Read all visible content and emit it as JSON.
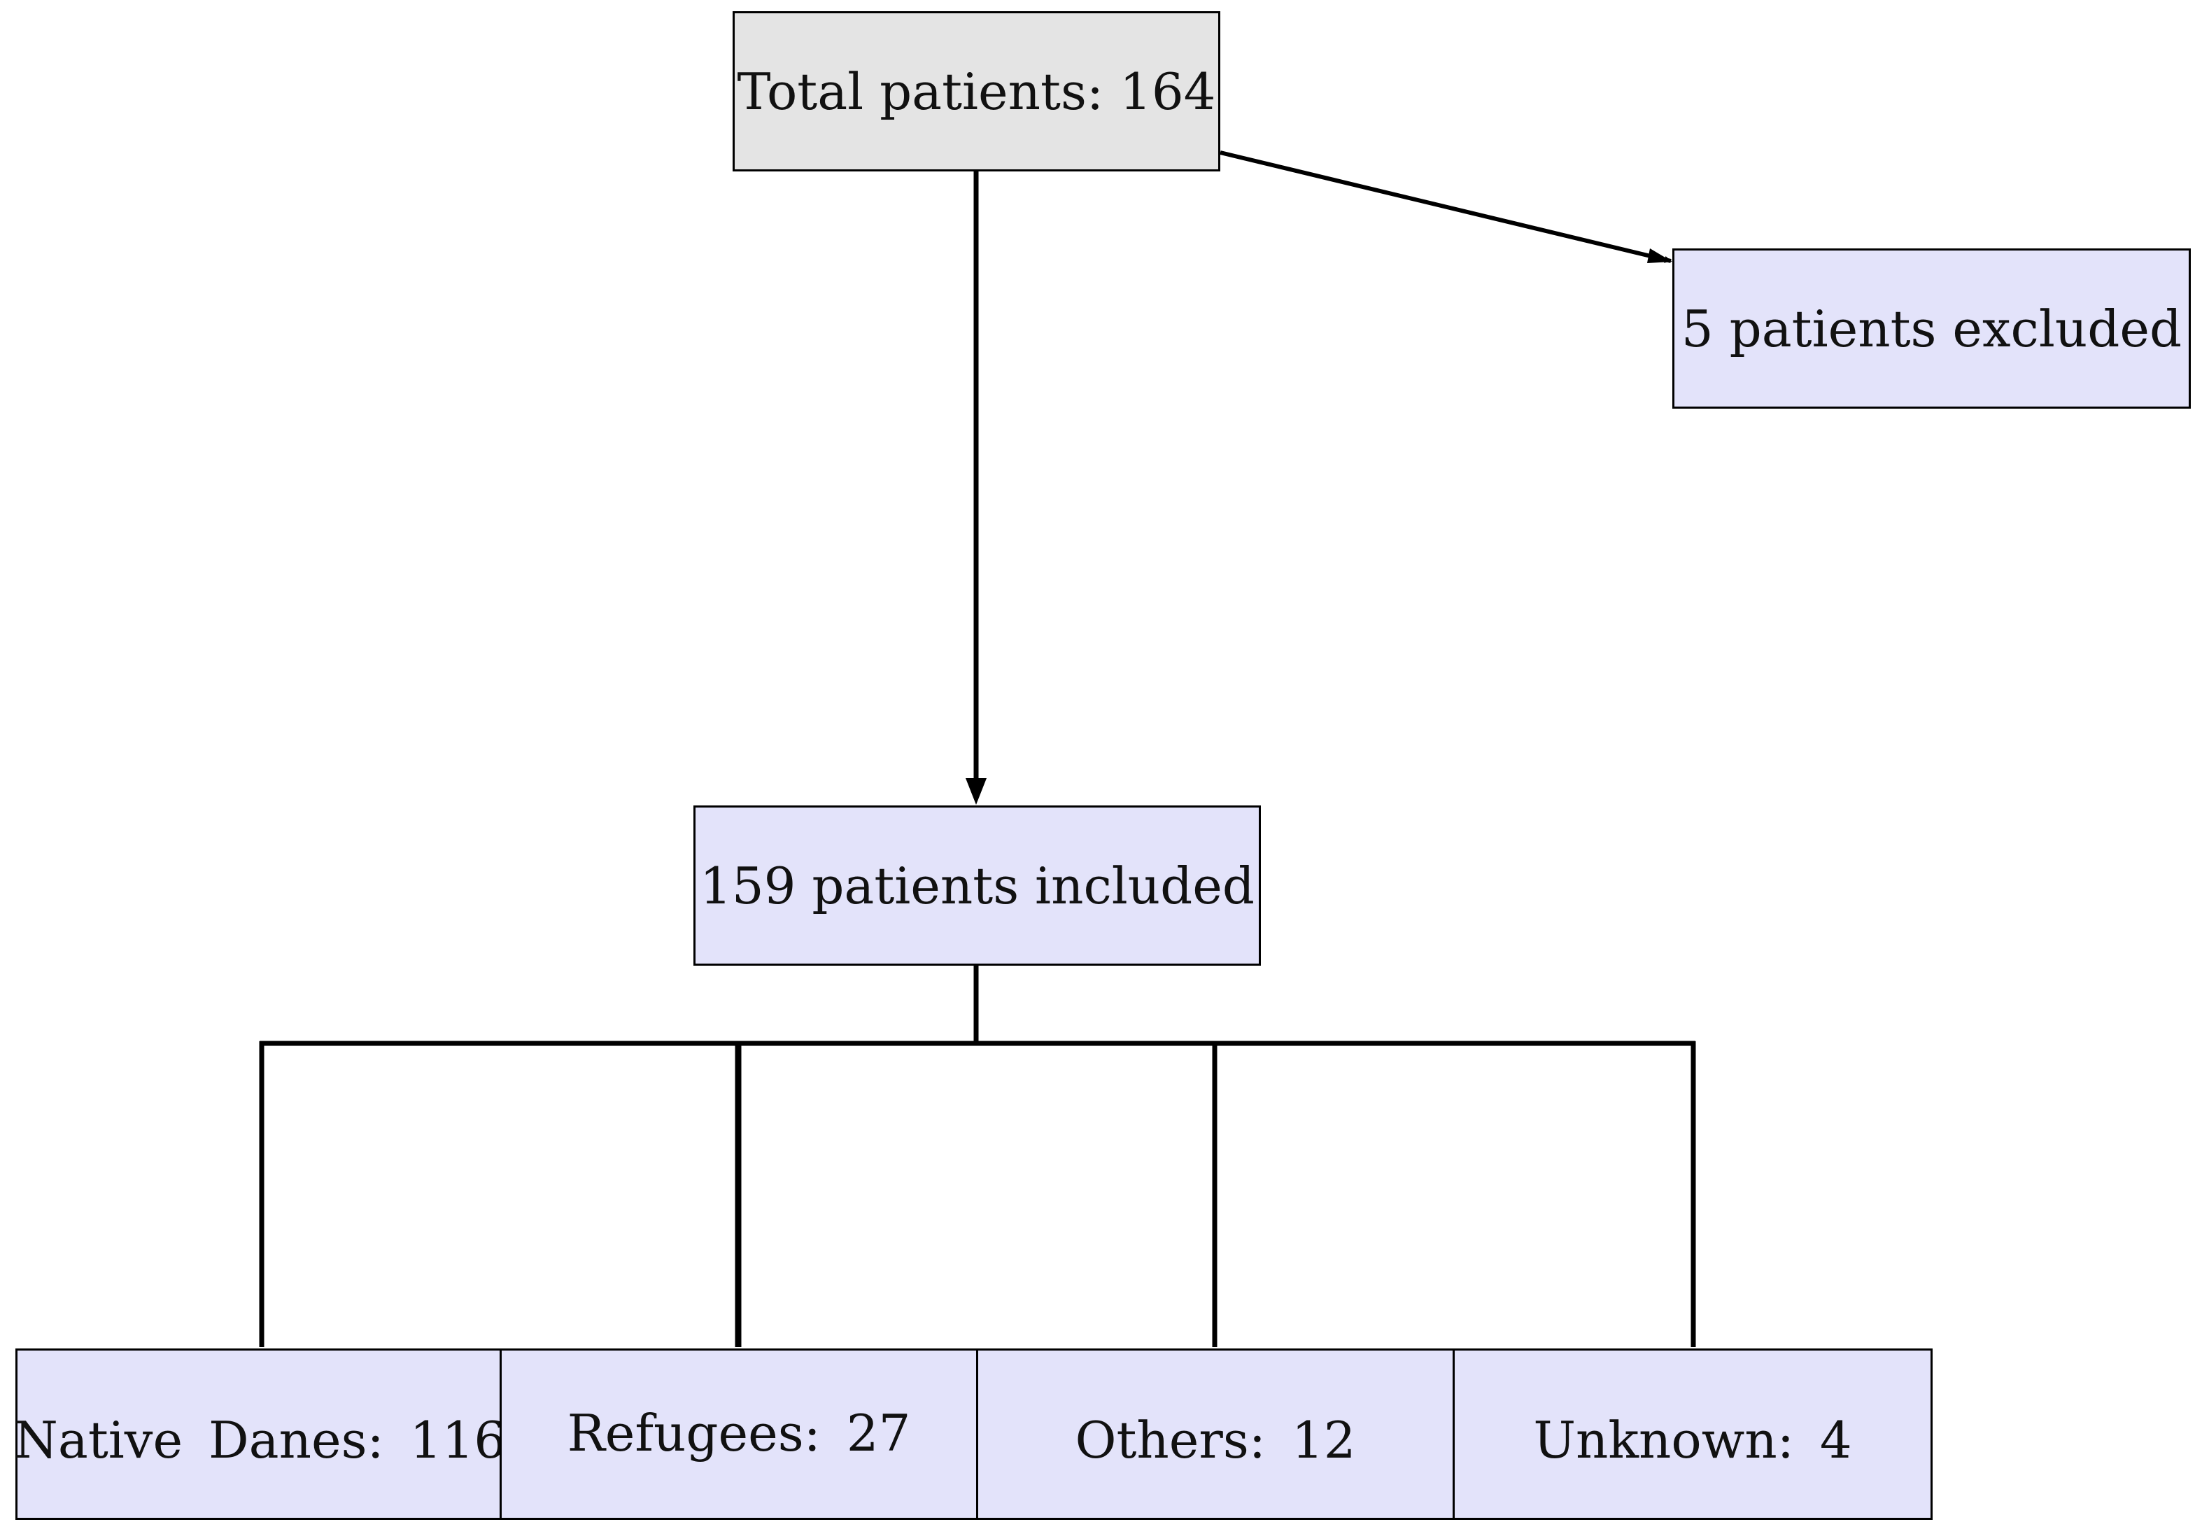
{
  "diagram": {
    "nodes": {
      "total": {
        "label": "Total patients: 164"
      },
      "excluded": {
        "label": "5 patients excluded"
      },
      "included": {
        "label": "159 patients included"
      },
      "native_danes": {
        "label": "Native Danes: 116"
      },
      "refugees": {
        "label": "Refugees: 27"
      },
      "others": {
        "label": "Others: 12"
      },
      "unknown": {
        "label": "Unknown: 4"
      }
    },
    "edges": [
      {
        "from": "total",
        "to": "excluded",
        "arrow": true
      },
      {
        "from": "total",
        "to": "included",
        "arrow": true
      },
      {
        "from": "included",
        "to": "native_danes",
        "arrow": false
      },
      {
        "from": "included",
        "to": "refugees",
        "arrow": false
      },
      {
        "from": "included",
        "to": "others",
        "arrow": false
      },
      {
        "from": "included",
        "to": "unknown",
        "arrow": false
      }
    ],
    "colors": {
      "root_fill": "#e4e4e4",
      "node_fill": "#e3e3fa",
      "stroke": "#000000"
    }
  }
}
